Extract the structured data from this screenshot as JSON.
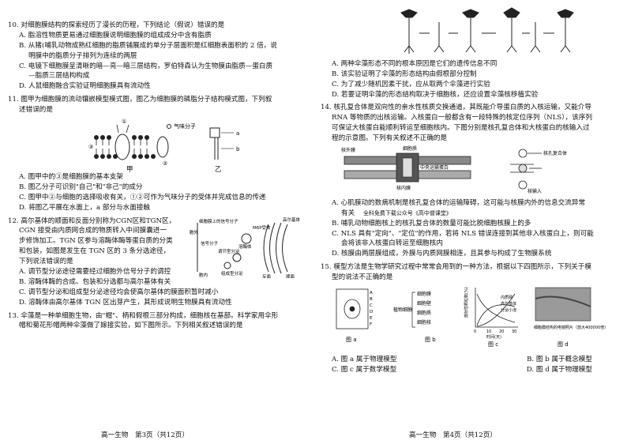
{
  "left": {
    "q10": {
      "stem": "10. 对细胞膜结构的探索经历了漫长的历程，下列结论（假说）错误的是",
      "a": "A. 脂溶性物质更易通过细胞膜说明细胞膜的组成成分中含有脂质",
      "b": "B. 从猪(哺乳动物成熟红细胞的脂质铺展成的单分子层面积是红细胞表面积的 2 倍，说",
      "b2": "明膜中的脂质分子排列为连续的两层",
      "c": "C. 电镜下细胞膜呈清晰的暗—亮—暗三层结构，罗伯特森认为生物膜由脂质—蛋白质",
      "c2": "—脂质三层结构构成",
      "d": "D. 人鼠细胞融合实验证明细胞膜具有流动性"
    },
    "q11": {
      "stem": "11. 图甲为细胞膜的流动镶嵌模型模式图，图乙为细胞膜的磷脂分子结构模式图，下列叙",
      "stem2": "述错误的是",
      "fig_label_jia": "甲",
      "fig_label_yi": "乙",
      "gas_label": "气味分子",
      "marks": [
        "①",
        "②",
        "③"
      ],
      "yi_marks": [
        "a",
        "b"
      ],
      "a": "A. 图甲中的③是细胞膜的基本支架",
      "b": "B. 图乙分子可识别\"自己\"和\"非己\"的成分",
      "c": "C. 图甲中②与细胞的选择吸收有关，①②可作为气味分子的受体并完成信息的传递",
      "d": "D. 将图乙平展在水面上，a 部分与水面接触"
    },
    "q12": {
      "stem": "12. 高尔基体的顺面和反面分别称为CGN区和TGN区，",
      "stem2": "CGN 接受由内质网合成的物质转入中间膜囊进一",
      "stem3": "步修饰加工。TGN 区参与溶酶体酶等蛋白质的分类",
      "stem4": "和包装，如图是发生在 TGN 区的 3 条分选途径，",
      "stem5": "下列说法错误的是",
      "fig_labels": [
        "细胞膜上的信号分子",
        "M6P受体",
        "高尔基体",
        "胞外",
        "信号分子",
        "溶酶体",
        "调节型分泌",
        "组成型分泌",
        "胞内",
        "反面",
        "顺面"
      ],
      "a": "A. 调节型分泌途径需要经过细胞外信号分子的调控",
      "b": "B. 溶酶体酶的合成、包装和分选都与高尔基体有关",
      "c": "C. 调节型分泌和组成型分泌途径均会使高尔基体的膜面积暂时减小",
      "d": "D. 溶酶体由高尔基体 TGN 区出芽产生，其形成说明生物膜具有流动性"
    },
    "q13": {
      "stem": "13. 伞藻是一种单细胞生物，由\"帽\"、柄和假根三部分构成，细胞核在基部。科学家用伞形",
      "stem2": "帽和菊花形帽两种伞藻做了嫁接实验，如下图所示。下列相关叙述错误的是"
    },
    "footer": "高一生物　第3页（共12页）"
  },
  "right": {
    "q13_opts": {
      "a": "A. 两种伞藻形态不同的根本原因是它们的遗传信息不同",
      "b": "B. 该实验证明了伞藻的形态结构由假根部分控制",
      "c": "C. 为了减少随机因素干扰，应从取两个伞藻进行实验",
      "d": "D. 若要证明伞藻的形态结构取决于细胞核，还应设置伞藻核移植实验"
    },
    "q14": {
      "stem": "14. 核孔复合体是双向性的亲水性核质交换通道，其既能介导蛋白质的入核运输，又能介导",
      "stem2": "RNA 等物质的出核运输。入核蛋白一般都含有一段特殊的核定位序列（NLS），该序列",
      "stem3": "可保证大核蛋白能顺利转运至细胞核内。下图分别是核孔复合体和大核蛋白的核输入过",
      "stem4": "程的示意图。下列有关叙述不正确的是",
      "fig_labels": [
        "核外膜",
        "细胞质",
        "中央运输蛋白",
        "核内膜",
        "核孔复合体",
        "核输入"
      ],
      "a": "A. 心肌膜动的数病机制是核孔复合体的运输障碍，这可能与核膜内外的信息交流异常",
      "a2": "有关",
      "a_ad": "全科免费下载公众号《高中僧课堂》",
      "b": "B. 哺乳动物细胞核上的核孔复合体的数量可能比脱细胞核膜上的多",
      "c": "C. NLS 具有\"定向\"、\"定位\"的作用，若将 NLS 错误连接到其他非入核蛋白上，则可能",
      "c2": "会将该非入核蛋白转运至细胞核内",
      "d": "D. 核膜由两层膜组成，外膜与内质网膜相连，且其参与构成了生物膜系统"
    },
    "q15": {
      "stem": "15. 模型方法是生物学研究过程中常常会用到的一种方法，根据以下四图所示，下列关于模",
      "stem2": "型的说法不正确的是",
      "fig_a_marks": [
        "A",
        "B",
        "C",
        "D",
        "E",
        "F"
      ],
      "fig_b_items": [
        "细胞膜",
        "细胞壁",
        "细胞质",
        "细胞核"
      ],
      "fig_b_left": "植物细胞",
      "fig_c_ylabel": "放射性颗粒数(%)",
      "fig_c_curves": [
        "内质网",
        "高尔基体",
        "分泌小泡"
      ],
      "fig_c_xlabel": "时间(天)",
      "fig_c_ticks": [
        "0",
        "10",
        "20",
        "30"
      ],
      "fig_d_caption": "细胞膜结构的电镜照片（放大400000倍）",
      "label_a": "图 a",
      "label_b": "图 b",
      "label_c": "图 c",
      "label_d": "图 d",
      "a": "A. 图 a 属于物理模型",
      "b": "B. 图 b 属于概念模型",
      "c": "C. 图 c 属于数学模型",
      "d": "D. 图 d 属于物理模型"
    },
    "footer": "高一生物　第4页（共12页）"
  }
}
